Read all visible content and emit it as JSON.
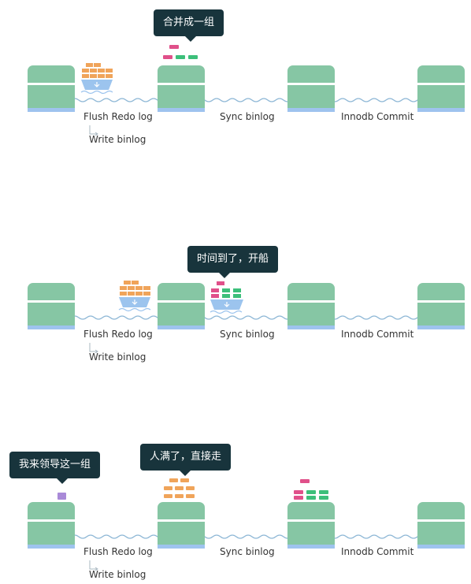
{
  "labels": {
    "flush": "Flush Redo log",
    "write": "Write binlog",
    "sync": "Sync binlog",
    "commit": "Innodb Commit"
  },
  "bubbles": {
    "p1": "合并成一组",
    "p2": "时间到了，开船",
    "p3a": "我来领导这一组",
    "p3b": "人满了，直接走"
  },
  "colors": {
    "island": "#86c6a4",
    "base": "#9ec3ee",
    "bubble": "#18343c",
    "pink": "#e0508a",
    "green": "#3cbf7a",
    "orange": "#f0a45a",
    "purple": "#a98ad8",
    "water": "#8fb8d6"
  }
}
